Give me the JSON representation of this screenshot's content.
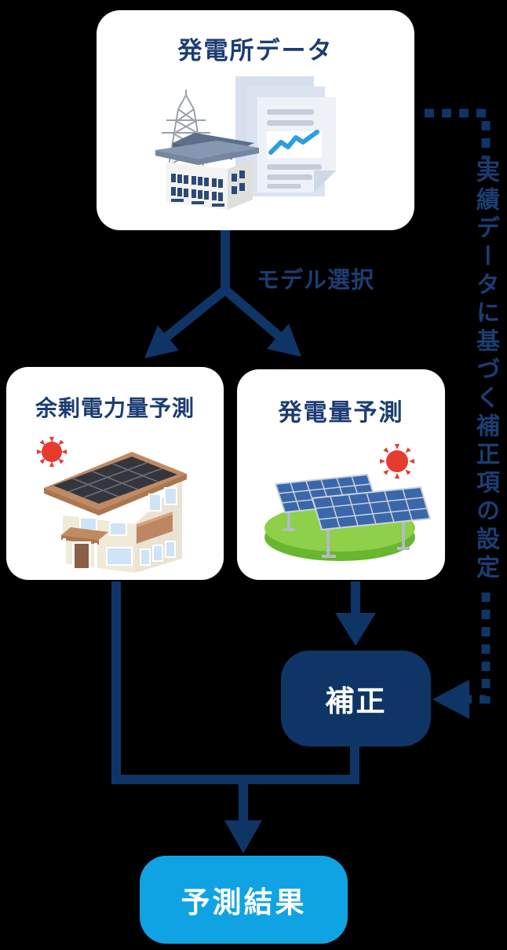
{
  "diagram": {
    "nodes": {
      "plant_data": "発電所データ",
      "surplus_forecast": "余剰電力量予測",
      "generation_forecast": "発電量予測",
      "correction": "補正",
      "result": "予測結果"
    },
    "labels": {
      "model_selection": "モデル選択",
      "feedback": "実績データに基づく補正項の設定"
    },
    "colors": {
      "canvas_bg": "#000000",
      "node_bg": "#ffffff",
      "navy_line": "#0e3566",
      "navy_text": "#1c3d72",
      "result_blue": "#10a3e3",
      "sun_red": "#e63b2f",
      "grass_green": "#8ed049",
      "grass_green_dark": "#68b72f",
      "panel_blue": "#3a67aa",
      "chart_line_blue": "#2d9edf",
      "roof_trim_brown": "#c08a63"
    },
    "icons": {
      "plant_data": [
        "transmission-tower-icon",
        "power-plant-building-icon",
        "report-documents-icon",
        "line-chart-icon"
      ],
      "surplus_forecast": [
        "sun-icon",
        "solar-roof-house-icon"
      ],
      "generation_forecast": [
        "sun-icon",
        "solar-farm-icon"
      ]
    }
  }
}
